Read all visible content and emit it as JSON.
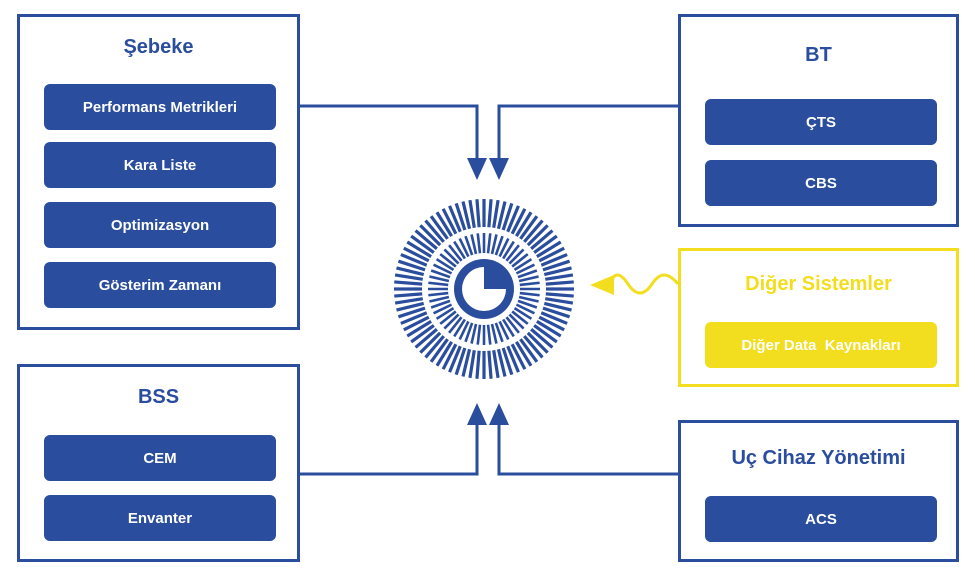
{
  "colors": {
    "primary": "#2a4d9e",
    "accent": "#f2de1f",
    "background": "#ffffff"
  },
  "panels": {
    "sebeke": {
      "title": "Şebeke",
      "items": [
        "Performans Metrikleri",
        "Kara Liste",
        "Optimizasyon",
        "Gösterim Zamanı"
      ]
    },
    "bss": {
      "title": "BSS",
      "items": [
        "CEM",
        "Envanter"
      ]
    },
    "bt": {
      "title": "BT",
      "items": [
        "ÇTS",
        "CBS"
      ]
    },
    "diger": {
      "title": "Diğer Sistemler",
      "items": [
        "Diğer Data  Kaynakları"
      ]
    },
    "uc": {
      "title": "Uç Cihaz Yönetimi",
      "items": [
        "ACS"
      ]
    }
  },
  "center": {
    "icon": "radial-hub-icon"
  }
}
